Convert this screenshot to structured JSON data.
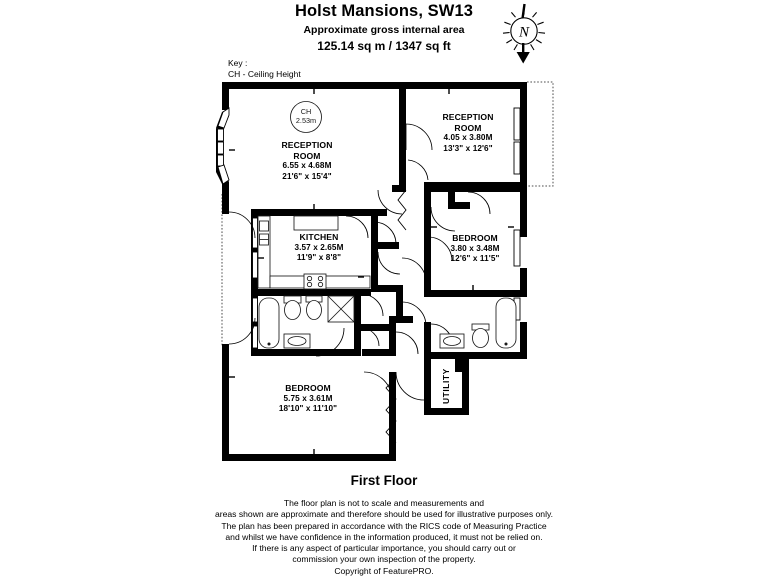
{
  "header": {
    "title": "Holst Mansions, SW13",
    "subtitle": "Approximate gross internal area",
    "area": "125.14 sq m /  1347 sq ft"
  },
  "key": {
    "line1": "Key :",
    "line2": "CH - Ceiling Height"
  },
  "compass": {
    "letter": "N",
    "icon": "compass-north-icon"
  },
  "ceiling_height_marker": {
    "label": "CH",
    "value": "2.53m"
  },
  "rooms": [
    {
      "id": "reception-room-main",
      "name_line1": "RECEPTION",
      "name_line2": "ROOM",
      "metric": "6.55 x 4.68M",
      "imperial": "21'6\" x 15'4\""
    },
    {
      "id": "reception-room-second",
      "name_line1": "RECEPTION",
      "name_line2": "ROOM",
      "metric": "4.05 x 3.80M",
      "imperial": "13'3\" x 12'6\""
    },
    {
      "id": "kitchen",
      "name_line1": "KITCHEN",
      "name_line2": "",
      "metric": "3.57 x 2.65M",
      "imperial": "11'9\" x 8'8\""
    },
    {
      "id": "bedroom-right",
      "name_line1": "BEDROOM",
      "name_line2": "",
      "metric": "3.80 x 3.48M",
      "imperial": "12'6\" x 11'5\""
    },
    {
      "id": "bedroom-lower",
      "name_line1": "BEDROOM",
      "name_line2": "",
      "metric": "5.75 x 3.61M",
      "imperial": "18'10\" x 11'10\""
    }
  ],
  "utility": {
    "label": "UTILITY"
  },
  "footer": {
    "floor_label": "First Floor",
    "disclaimer": [
      "The floor plan is not to scale and measurements and",
      "areas shown are approximate and therefore should be used for illustrative purposes only.",
      "The plan has been prepared in accordance with the RICS code of Measuring Practice",
      "and whilst we have confidence in the information produced, it must not be relied on.",
      "If there is any aspect of particular importance, you should carry out or",
      "commission your own inspection of the property.",
      "Copyright of FeaturePRO."
    ]
  },
  "colors": {
    "wall": "#000000",
    "background": "#ffffff",
    "fixture_stroke": "#1a1a1a",
    "dashed": "#555555"
  }
}
